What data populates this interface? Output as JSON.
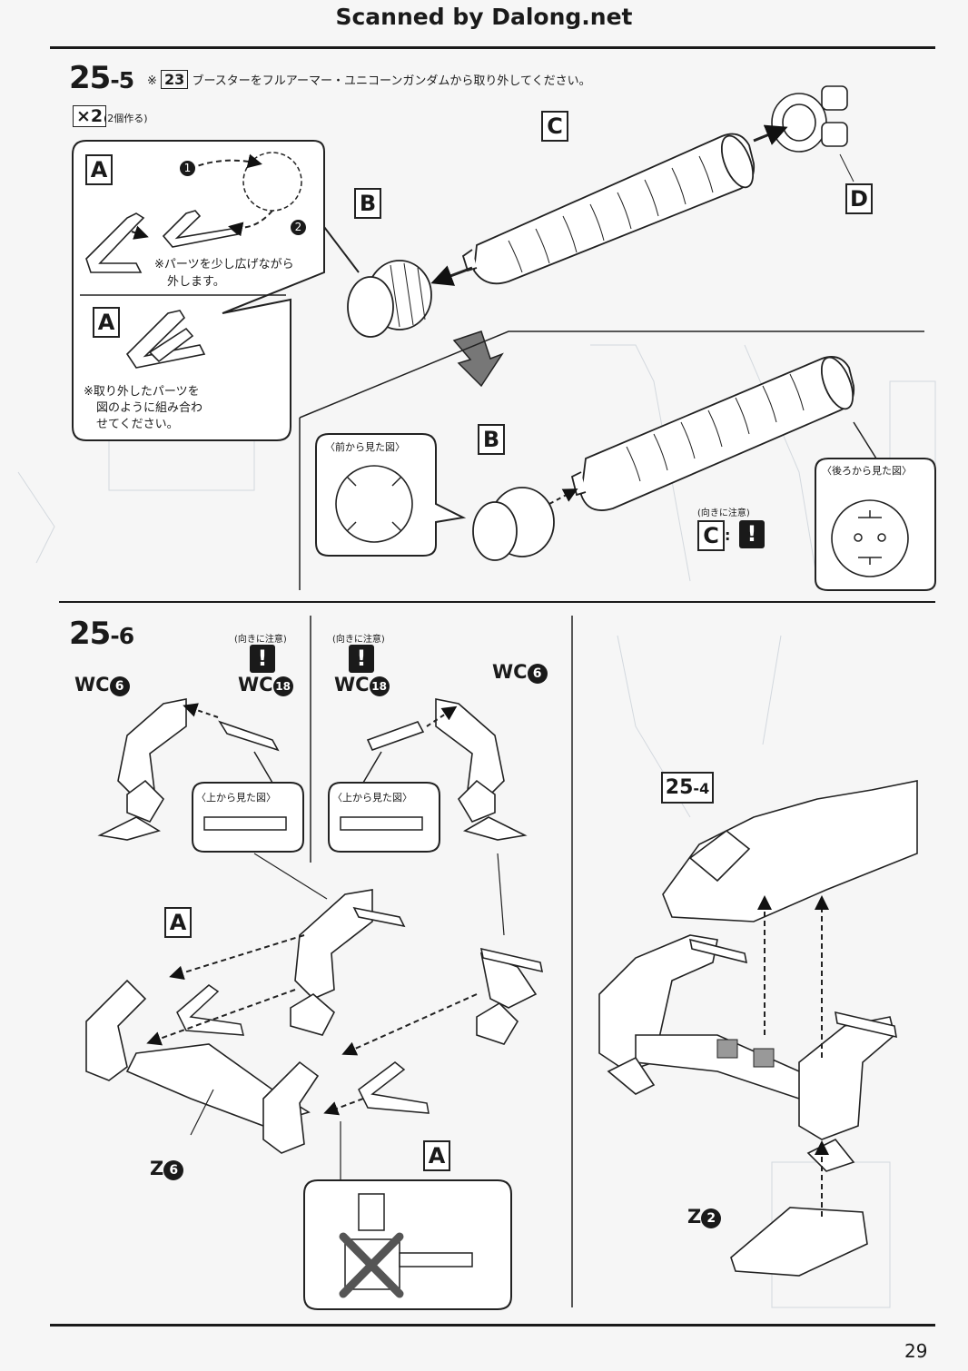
{
  "header": {
    "scan_credit": "Scanned by Dalong.net"
  },
  "step_25_5": {
    "number": "25",
    "sub": "-5",
    "instruction_mark": "※",
    "instruction_part": "23",
    "instruction": "ブースターをフルアーマー・ユニコーンガンダムから取り外してください。",
    "multiplier": "×2",
    "multiplier_note": "(2個作る)",
    "detail_callout": {
      "label_top": "A",
      "step1": "1",
      "step2": "2",
      "note1_line1": "※パーツを少し広げながら",
      "note1_line2": "外します。",
      "label_bottom": "A",
      "note2_line1": "※取り外したパーツを",
      "note2_line2": "図のように組み合わ",
      "note2_line3": "せてください。"
    },
    "labels": {
      "b_top": "B",
      "c": "C",
      "d": "D",
      "b_bottom": "B",
      "c_bottom": "C",
      "c_separator": ":"
    },
    "front_view": "〈前から見た図〉",
    "rear_view": "〈後ろから見た図〉",
    "orientation_note": "(向きに注意)",
    "warn_symbol": "!"
  },
  "step_25_6": {
    "number": "25",
    "sub": "-6",
    "left": {
      "wc6": "WC",
      "wc6_num": "6",
      "wc18": "WC",
      "wc18_num": "18",
      "orientation_note": "(向きに注意)",
      "warn_symbol": "!",
      "top_view": "〈上から見た図〉"
    },
    "right": {
      "wc18": "WC",
      "wc18_num": "18",
      "wc6": "WC",
      "wc6_num": "6",
      "orientation_note": "(向きに注意)",
      "warn_symbol": "!",
      "top_view": "〈上から見た図〉"
    },
    "label_a_top": "A",
    "label_a_bottom": "A",
    "z6": "Z",
    "z6_num": "6"
  },
  "step_25_4_ref": {
    "label": "25-4",
    "label_main": "25",
    "label_sub": "-4",
    "z2": "Z",
    "z2_num": "2"
  },
  "page_number": "29"
}
